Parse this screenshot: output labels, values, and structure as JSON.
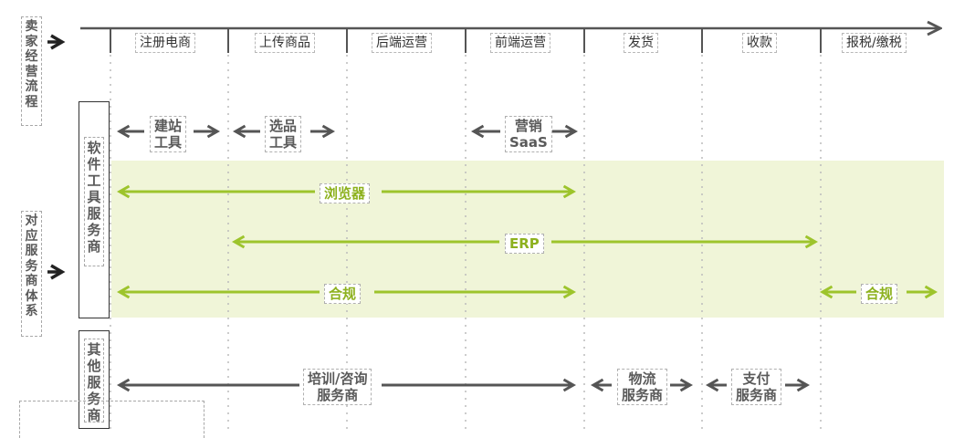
{
  "left_labels": {
    "flow": "卖家经营流程",
    "providers": "对应服务商体系"
  },
  "stages": [
    "注册电商",
    "上传商品",
    "后端运营",
    "前端运营",
    "发货",
    "收款",
    "报税/缴税"
  ],
  "group_labels": {
    "software": "软件工具服务商",
    "other": "其他服务商"
  },
  "tools": {
    "site_builder": "建站\n工具",
    "product_selection": "选品\n工具",
    "marketing_saas": "营销\nSaaS",
    "browser": "浏览器",
    "erp": "ERP",
    "compliance": "合规",
    "compliance_tax": "合规"
  },
  "services": {
    "training": "培训/咨询\n服务商",
    "logistics": "物流\n服务商",
    "payment": "支付\n服务商"
  },
  "colors": {
    "dark_arrow": "#555555",
    "green_arrow": "#9dc42c",
    "band": "#f0f5d8",
    "text_gray": "#5a5a5a",
    "text_green": "#8db11e"
  }
}
